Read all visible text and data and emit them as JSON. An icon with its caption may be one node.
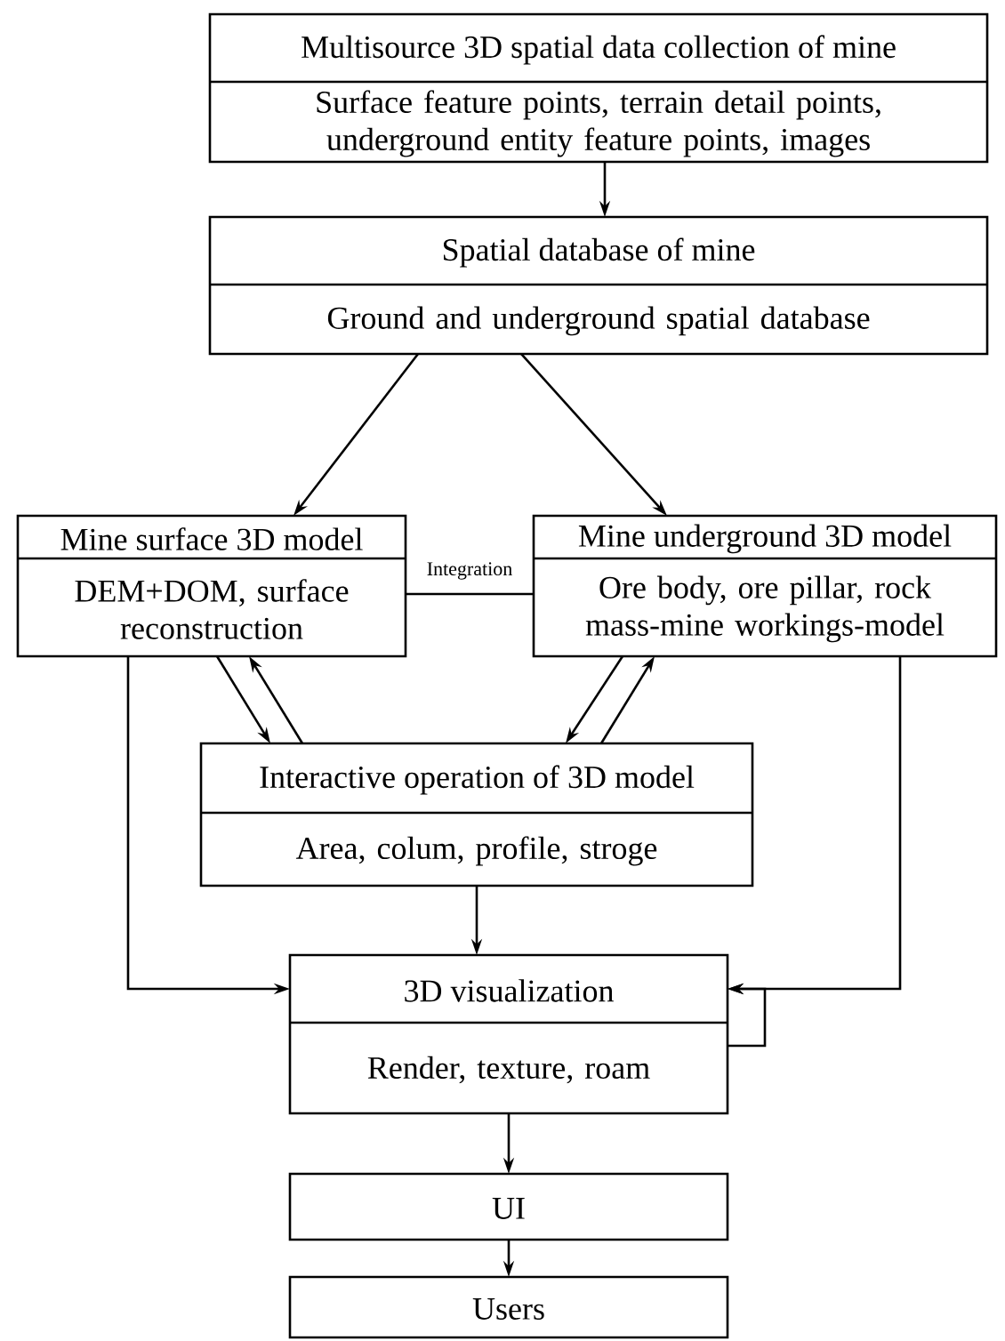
{
  "diagram": {
    "nodes": [
      {
        "text": [
          "Multisource 3D spatial data collection of mine",
          "Surface feature points, terrain detail points, underground entity feature points, images"
        ]
      },
      {
        "text": [
          "Spatial database of mine",
          "Ground and underground spatial database"
        ]
      },
      {
        "text": [
          "Mine surface 3D model",
          "DEM+DOM, surface reconstruction"
        ]
      },
      {
        "text": [
          "Mine underground 3D model",
          "Ore body, ore pillar, rock mass-mine workings-model"
        ]
      },
      {
        "text": [
          "Interactive operation of 3D model",
          "Area, colum, profile, stroge"
        ]
      },
      {
        "text": [
          "3D visualization",
          "Render, texture, roam"
        ]
      },
      {
        "text": [
          "UI"
        ]
      },
      {
        "text": [
          "Users"
        ]
      }
    ],
    "edges": [
      {
        "from": 0,
        "to": 1,
        "arrow": "to"
      },
      {
        "from": 1,
        "to": 2,
        "arrow": "to"
      },
      {
        "from": 1,
        "to": 3,
        "arrow": "to"
      },
      {
        "from": 2,
        "to": 3,
        "arrow": "none",
        "label": "Integration"
      },
      {
        "from": 2,
        "to": 4,
        "arrow": "to"
      },
      {
        "from": 4,
        "to": 2,
        "arrow": "to"
      },
      {
        "from": 3,
        "to": 4,
        "arrow": "to"
      },
      {
        "from": 4,
        "to": 3,
        "arrow": "to"
      },
      {
        "from": 2,
        "to": 5,
        "arrow": "to"
      },
      {
        "from": 3,
        "to": 5,
        "arrow": "to"
      },
      {
        "from": 4,
        "to": 5,
        "arrow": "to"
      },
      {
        "from": 5,
        "to": 5,
        "arrow": "to"
      },
      {
        "from": 5,
        "to": 6,
        "arrow": "to"
      },
      {
        "from": 6,
        "to": 7,
        "arrow": "to"
      }
    ]
  }
}
